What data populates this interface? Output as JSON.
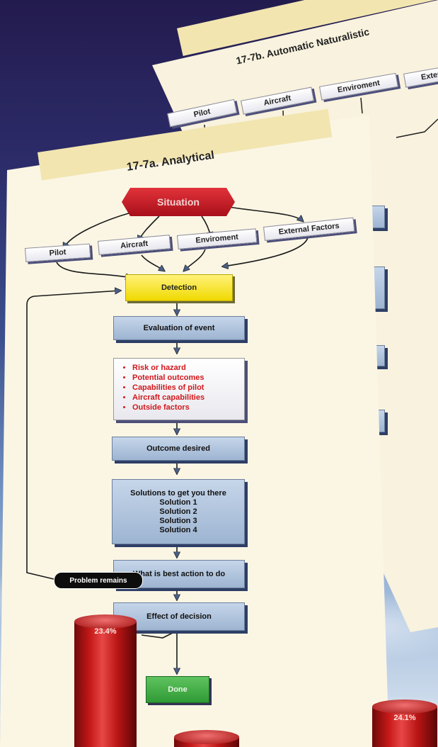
{
  "panel_b": {
    "title": "17-7b. Automatic Naturalistic",
    "categories": [
      "Pilot",
      "Aircraft",
      "Enviroment",
      "Extern"
    ]
  },
  "panel_a": {
    "title": "17-7a. Analytical",
    "situation": "Situation",
    "categories": [
      "Pilot",
      "Aircraft",
      "Enviroment",
      "External Factors"
    ],
    "detection": "Detection",
    "evaluation": "Evaluation of event",
    "factors": [
      "Risk or hazard",
      "Potential outcomes",
      "Capabilities of pilot",
      "Aircraft capabilities",
      "Outside factors"
    ],
    "outcome": "Outcome desired",
    "solutions": {
      "heading": "Solutions to get you there",
      "items": [
        "Solution 1",
        "Solution 2",
        "Solution 3",
        "Solution 4"
      ]
    },
    "best_action": "What is best action to do",
    "effect": "Effect of decision",
    "problem_remains": "Problem remains",
    "done": "Done"
  },
  "cylinders": [
    "23.4%",
    "24.1%"
  ],
  "colors": {
    "situation": "#c41a22",
    "detection": "#f5e12a",
    "process_box": "#aec2dc",
    "factor_text": "#d2181c",
    "done": "#3fa845"
  }
}
